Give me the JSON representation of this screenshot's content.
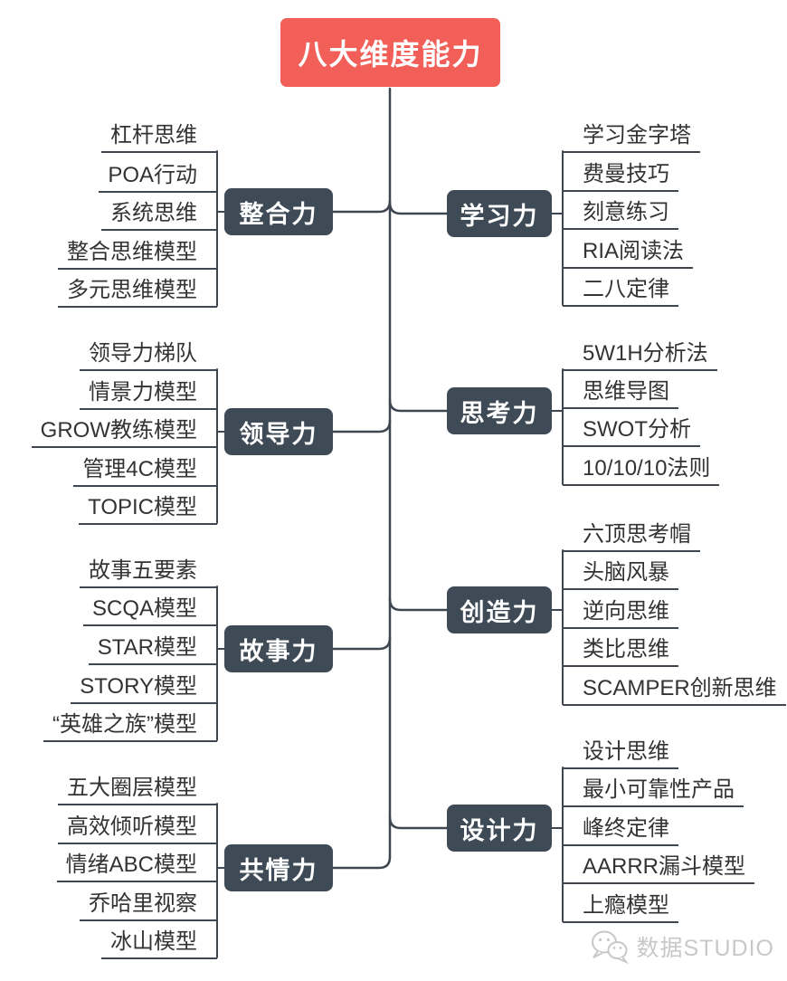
{
  "title": "八大维度能力",
  "branches": [
    {
      "label": "整合力",
      "side": "left",
      "items": [
        "杠杆思维",
        "POA行动",
        "系统思维",
        "整合思维模型",
        "多元思维模型"
      ]
    },
    {
      "label": "学习力",
      "side": "right",
      "items": [
        "学习金字塔",
        "费曼技巧",
        "刻意练习",
        "RIA阅读法",
        "二八定律"
      ]
    },
    {
      "label": "领导力",
      "side": "left",
      "items": [
        "领导力梯队",
        "情景力模型",
        "GROW教练模型",
        "管理4C模型",
        "TOPIC模型"
      ]
    },
    {
      "label": "思考力",
      "side": "right",
      "items": [
        "5W1H分析法",
        "思维导图",
        "SWOT分析",
        "10/10/10法则"
      ]
    },
    {
      "label": "故事力",
      "side": "left",
      "items": [
        "故事五要素",
        "SCQA模型",
        "STAR模型",
        "STORY模型",
        "“英雄之族”模型"
      ]
    },
    {
      "label": "创造力",
      "side": "right",
      "items": [
        "六顶思考帽",
        "头脑风暴",
        "逆向思维",
        "类比思维",
        "SCAMPER创新思维"
      ]
    },
    {
      "label": "共情力",
      "side": "left",
      "items": [
        "五大圈层模型",
        "高效倾听模型",
        "情绪ABC模型",
        "乔哈里视察",
        "冰山模型"
      ]
    },
    {
      "label": "设计力",
      "side": "right",
      "items": [
        "设计思维",
        "最小可靠性产品",
        "峰终定律",
        "AARRR漏斗模型",
        "上瘾模型"
      ]
    }
  ],
  "watermark": {
    "text": "数据STUDIO",
    "icon": "wechat-icon"
  },
  "colors": {
    "root_bg": "#F15F58",
    "node_bg": "#3E4A55",
    "line": "#3E4650",
    "leaf_text": "#333333",
    "watermark": "#C8C8C8"
  }
}
